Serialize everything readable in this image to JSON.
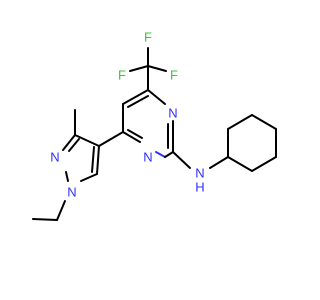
{
  "molecule": {
    "colors": {
      "bond": "#000000",
      "nitrogen": "#3030ff",
      "fluorine": "#33cc33",
      "background": "#ffffff"
    },
    "atoms": {
      "n_ring_top": "N",
      "n_ring_bottom": "N",
      "n_amine": "N",
      "h_amine": "H",
      "n_pyrazole_1": "N",
      "n_pyrazole_2": "N",
      "f_top": "F",
      "f_left": "F",
      "f_right": "F"
    }
  }
}
